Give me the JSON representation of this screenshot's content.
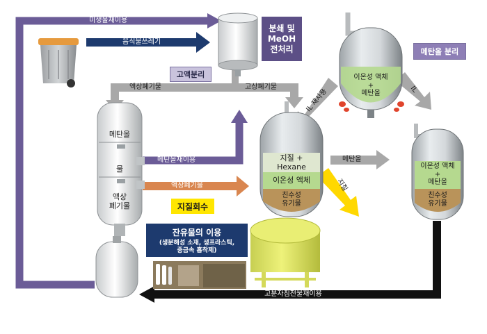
{
  "flows": {
    "microbe_reuse": "미생물재이용",
    "food_waste": "음식물쓰레기",
    "liquid_waste_1": "액상폐기물",
    "solid_waste": "고상폐기물",
    "methanol_reuse": "메탄올재이용",
    "liquid_waste_2": "액상폐기물",
    "methanol": "메탄올",
    "substrate": "지질",
    "ionic_reuse": "IL 재사용",
    "ionic_short": "IL",
    "solid_sediment_reuse": "고분자침전물재이용"
  },
  "boxes": {
    "pretreatment": "분쇄 및\nMeOH\n전처리",
    "separation": "고액분리",
    "methanol_separation": "메탄올 분리",
    "lipid_recovery": "지질회수",
    "residue_title": "잔유물의 이용",
    "residue_sub": "(생분해성 소재, 생프라스틱,\n중금속 흡착제)"
  },
  "column": {
    "methanol": "메탄올",
    "water": "물",
    "liquid": "액상\n폐기물"
  },
  "reactors": {
    "top_right": "이온성 액체\n+\n메탄올",
    "mid_layer1": "지질 +\nHexane",
    "mid_layer2": "이온성 액체",
    "mid_layer3": "친수성\n유기물",
    "right_layer1": "이온성 액체\n+\n메탄올",
    "right_layer2": "친수성\n유기물"
  },
  "colors": {
    "purple_arrow": "#6b5c97",
    "navy_arrow": "#1d3a6e",
    "gray_arrow": "#a8a8a8",
    "orange_arrow": "#d9864f",
    "yellow_arrow": "#ffd800",
    "black_arrow": "#111111",
    "reactor_green": "#b5d98f",
    "reactor_brown": "#b9935a"
  }
}
